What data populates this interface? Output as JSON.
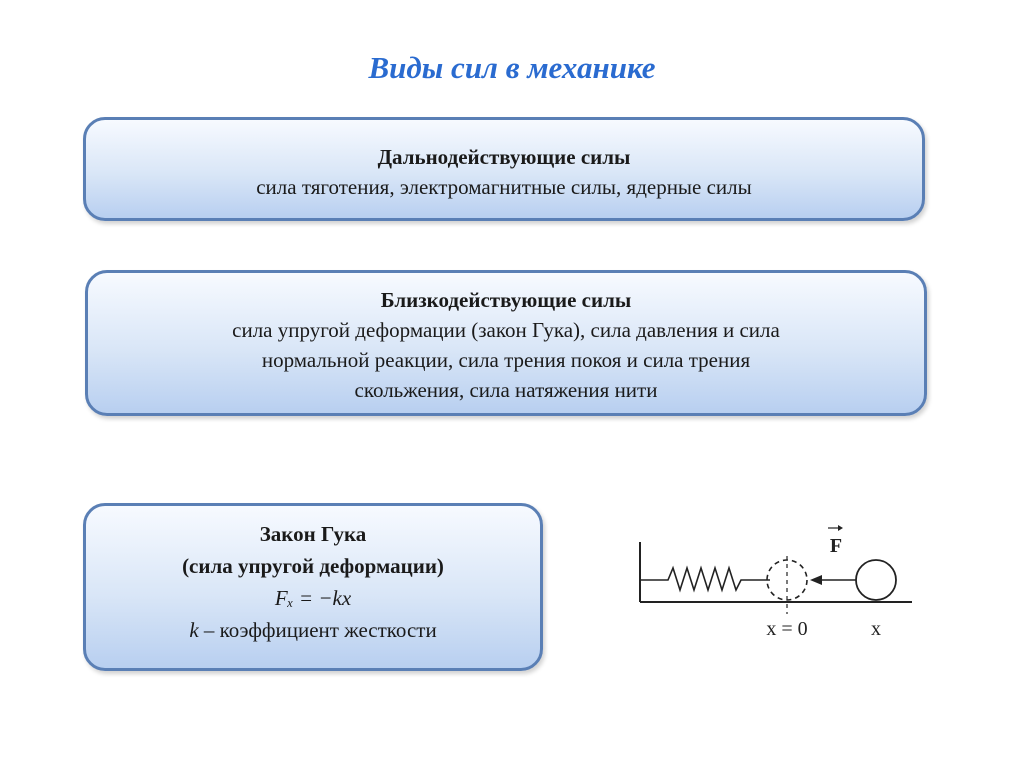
{
  "slide": {
    "title": "Виды сил в механике",
    "long_range": {
      "heading": "Дальнодействующие силы",
      "text": "сила тяготения, электромагнитные силы, ядерные силы"
    },
    "short_range": {
      "heading": "Близкодействующие силы",
      "lines": [
        "сила упругой деформации (закон Гука),  сила давления и сила",
        "нормальной реакции, сила трения покоя и сила трения",
        "скольжения, сила натяжения нити"
      ]
    },
    "hooke": {
      "heading": "Закон Гука",
      "subheading": "(сила упругой деформации)",
      "formula": "Fₓ = −kx",
      "coef_symbol": "k",
      "coef_text": " – коэффициент жесткости"
    },
    "diagram": {
      "force_label": "F",
      "origin_label": "x = 0",
      "x_label": "x"
    }
  }
}
